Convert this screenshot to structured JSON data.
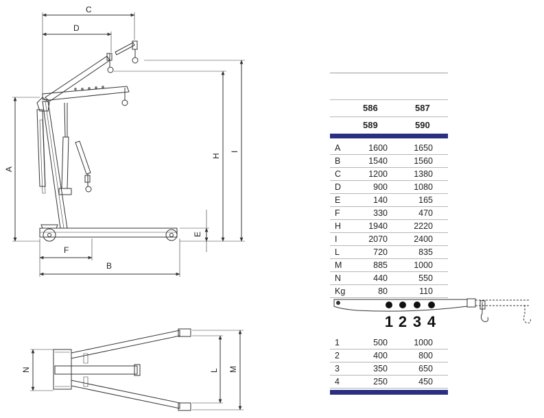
{
  "dims": {
    "A": "A",
    "B": "B",
    "C": "C",
    "D": "D",
    "E": "E",
    "F": "F",
    "H": "H",
    "I": "I",
    "L": "L",
    "M": "M",
    "N": "N"
  },
  "models": {
    "row1": [
      "586",
      "587"
    ],
    "row2": [
      "589",
      "590"
    ]
  },
  "spec_rows": [
    {
      "label": "A",
      "v1": "1600",
      "v2": "1650"
    },
    {
      "label": "B",
      "v1": "1540",
      "v2": "1560"
    },
    {
      "label": "C",
      "v1": "1200",
      "v2": "1380"
    },
    {
      "label": "D",
      "v1": "900",
      "v2": "1080"
    },
    {
      "label": "E",
      "v1": "140",
      "v2": "165"
    },
    {
      "label": "F",
      "v1": "330",
      "v2": "470"
    },
    {
      "label": "H",
      "v1": "1940",
      "v2": "2220"
    },
    {
      "label": "I",
      "v1": "2070",
      "v2": "2400"
    },
    {
      "label": "L",
      "v1": "720",
      "v2": "835"
    },
    {
      "label": "M",
      "v1": "885",
      "v2": "1000"
    },
    {
      "label": "N",
      "v1": "440",
      "v2": "550"
    },
    {
      "label": "Kg",
      "v1": "80",
      "v2": "110"
    }
  ],
  "boom_positions": [
    "1",
    "2",
    "3",
    "4"
  ],
  "load_rows": [
    {
      "label": "1",
      "v1": "500",
      "v2": "1000"
    },
    {
      "label": "2",
      "v1": "400",
      "v2": "800"
    },
    {
      "label": "3",
      "v1": "350",
      "v2": "650"
    },
    {
      "label": "4",
      "v1": "250",
      "v2": "450"
    }
  ],
  "colors": {
    "band": "#2b2f83",
    "line": "#333333",
    "rule": "#b5b5b5"
  }
}
